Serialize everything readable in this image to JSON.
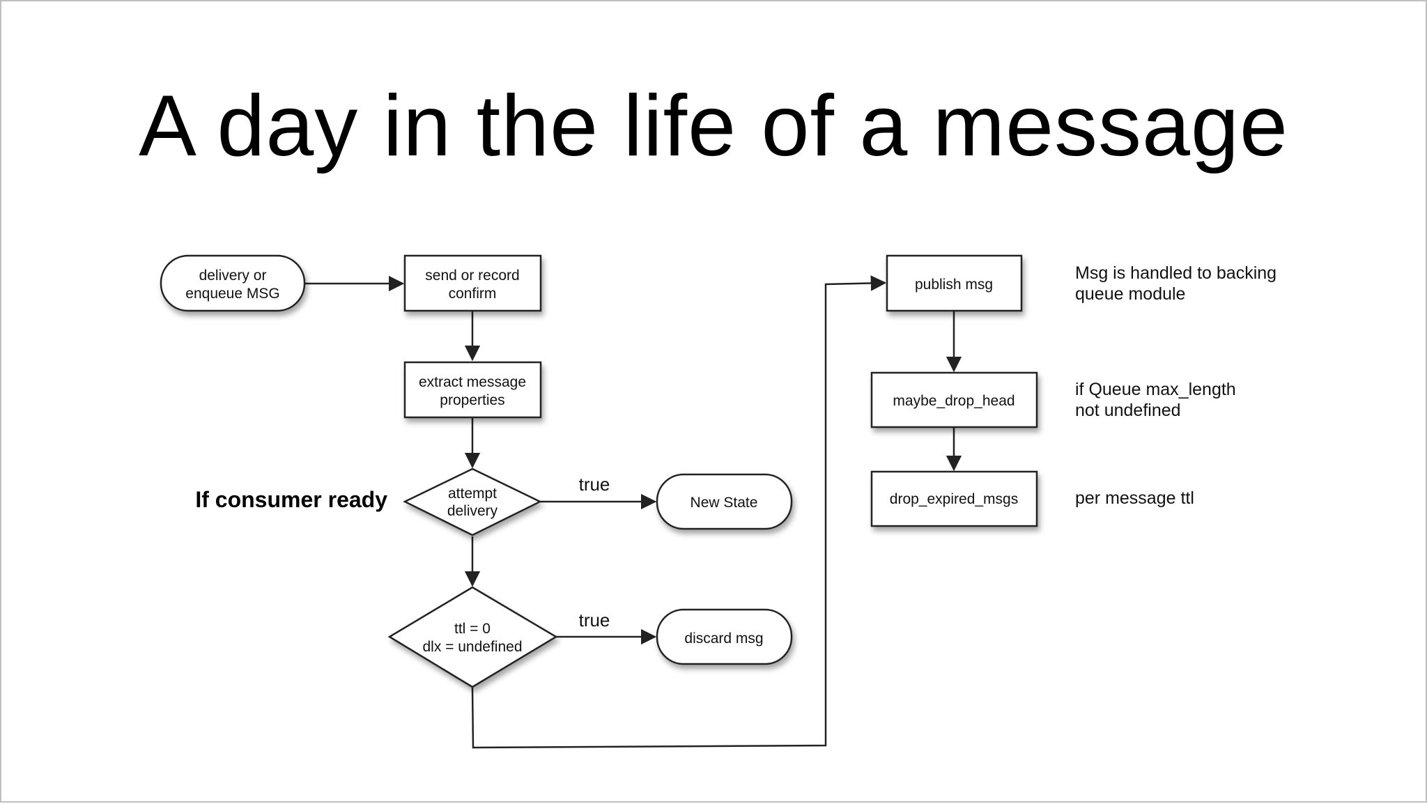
{
  "slide": {
    "title": "A day in the life of a message"
  },
  "diagram": {
    "nodes": {
      "delivery": {
        "line1": "delivery or",
        "line2": "enqueue MSG"
      },
      "send_confirm": {
        "line1": "send or record",
        "line2": "confirm"
      },
      "extract": {
        "line1": "extract message",
        "line2": "properties"
      },
      "attempt": {
        "line1": "attempt",
        "line2": "delivery"
      },
      "new_state": {
        "label": "New State"
      },
      "ttl_check": {
        "line1": "ttl = 0",
        "line2": "dlx = undefined"
      },
      "discard": {
        "label": "discard msg"
      },
      "publish": {
        "label": "publish msg"
      },
      "drop_head": {
        "label": "maybe_drop_head"
      },
      "drop_expired": {
        "label": "drop_expired_msgs"
      }
    },
    "edge_labels": {
      "attempt_true": "true",
      "ttl_true": "true"
    },
    "annotations": {
      "consumer_ready": "If consumer ready",
      "publish_note_line1": "Msg is handled to backing",
      "publish_note_line2": "queue module",
      "drop_head_note_line1": "if Queue max_length",
      "drop_head_note_line2": "not undefined",
      "drop_expired_note": "per message ttl"
    }
  }
}
